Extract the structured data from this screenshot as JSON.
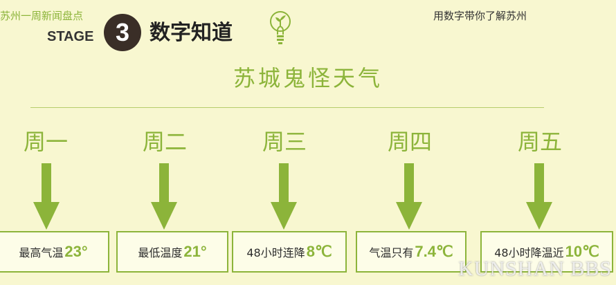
{
  "header": {
    "left_text": "苏州一周新闻盘点",
    "stage_label": "STAGE",
    "stage_number": "3",
    "stage_title": "数字知道",
    "right_text": "用数字带你了解苏州"
  },
  "main_title": "苏城鬼怪天气",
  "days": [
    {
      "day": "周一",
      "label": "最高气温",
      "value": "23°"
    },
    {
      "day": "周二",
      "label": "最低温度",
      "value": "21°"
    },
    {
      "day": "周三",
      "label": "48小时连降",
      "value": "8℃"
    },
    {
      "day": "周四",
      "label": "气温只有",
      "value": "7.4℃"
    },
    {
      "day": "周五",
      "label": "48小时降温近",
      "value": "10℃"
    }
  ],
  "watermark": "KUNSHAN BBS",
  "colors": {
    "accent": "#8cb43a",
    "background": "#f8f7d0",
    "dark": "#3a2e27"
  },
  "icons": {
    "bulb": "lightbulb-icon",
    "arrow": "arrow-down-icon"
  }
}
